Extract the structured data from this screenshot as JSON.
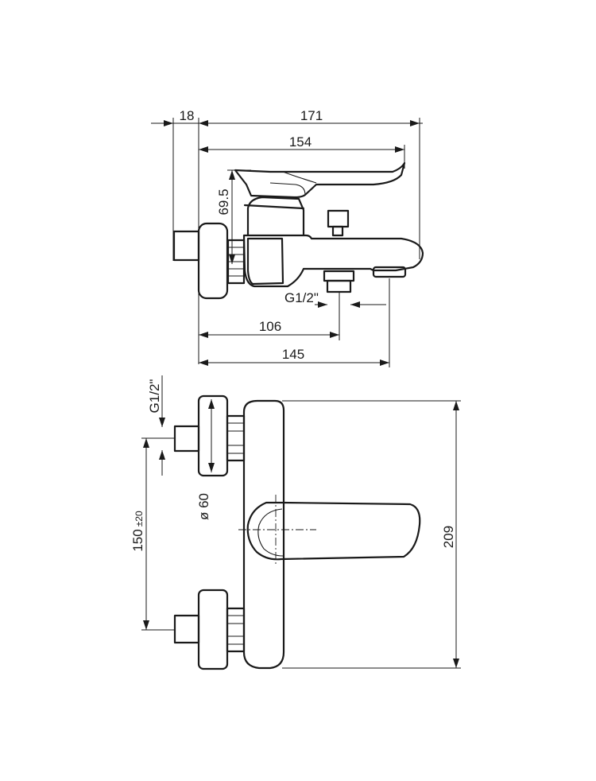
{
  "dimensions": {
    "side_view": {
      "wall_offset": "18",
      "overall_length": "171",
      "lever_length": "154",
      "height": "69.5",
      "thread": "G1/2\"",
      "outlet_distance": "106",
      "spout_reach": "145"
    },
    "top_view": {
      "thread": "G1/2\"",
      "center_distance": "150",
      "center_tolerance": "±20",
      "flange_diameter": "ø 60",
      "overall_width": "209"
    }
  }
}
